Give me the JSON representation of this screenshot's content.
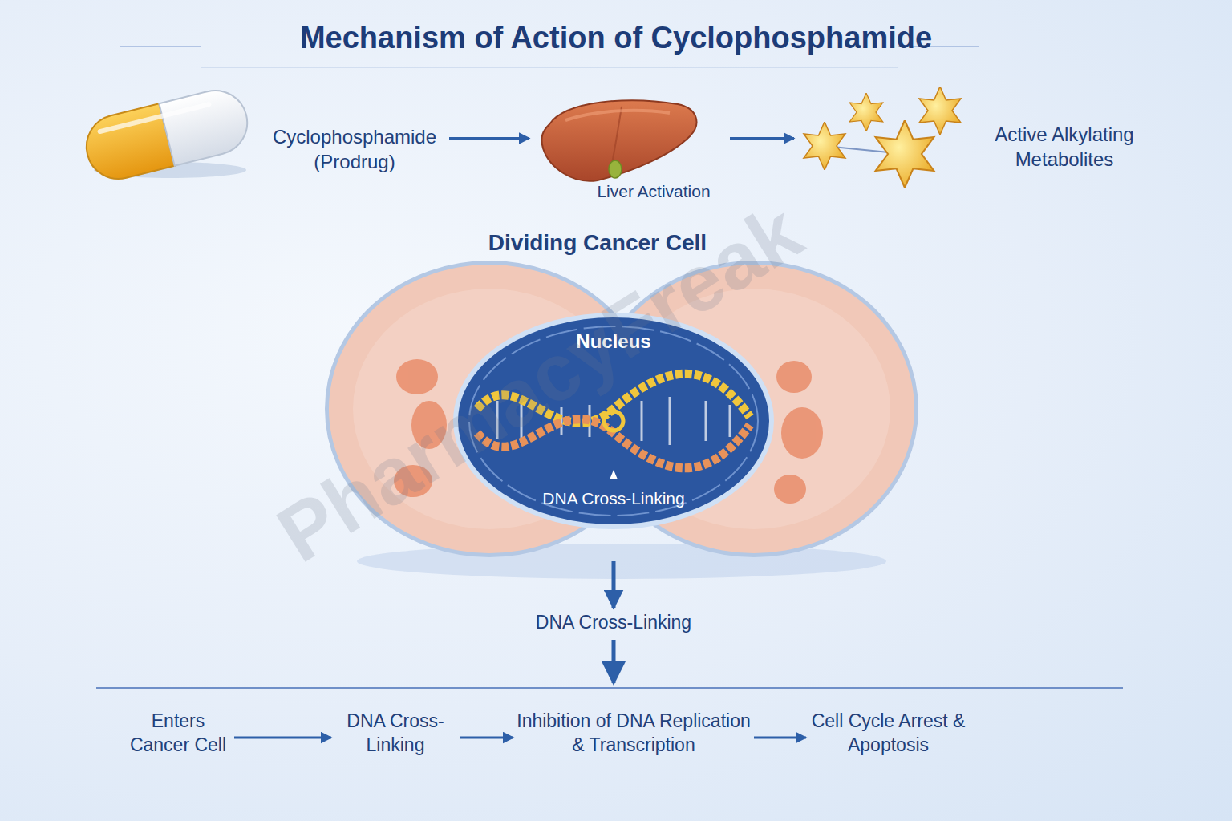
{
  "diagram": {
    "title": "Mechanism of Action of Cyclophosphamide",
    "nodes": [
      {
        "text": [
          "Cyclophosphamide (Prodrug)"
        ]
      },
      {
        "text": [
          "Liver Activation"
        ]
      },
      {
        "text": [
          "Active Alkylating Metabolites"
        ]
      },
      {
        "text": [
          "Dividing Cancer Cell"
        ]
      },
      {
        "text": [
          "Nucleus",
          "DNA Cross-Linking"
        ],
        "in": 3
      },
      {
        "text": [
          "DNA Cross-Linking"
        ]
      },
      {
        "text": [
          "Enters Cancer Cell"
        ]
      },
      {
        "text": [
          "DNA Cross-Linking"
        ]
      },
      {
        "text": [
          "Inhibition of DNA Replication & Transcription"
        ]
      },
      {
        "text": [
          "Cell Cycle Arrest & Apoptosis"
        ]
      }
    ],
    "edges": [
      {
        "from": 0,
        "to": 1,
        "arrow": "to"
      },
      {
        "from": 1,
        "to": 2,
        "arrow": "to"
      },
      {
        "from": 3,
        "to": 5,
        "arrow": "to"
      },
      {
        "from": 6,
        "to": 7,
        "arrow": "to"
      },
      {
        "from": 7,
        "to": 8,
        "arrow": "to"
      },
      {
        "from": 8,
        "to": 9,
        "arrow": "to"
      }
    ],
    "labels": [
      "PharmacyFreak"
    ]
  }
}
